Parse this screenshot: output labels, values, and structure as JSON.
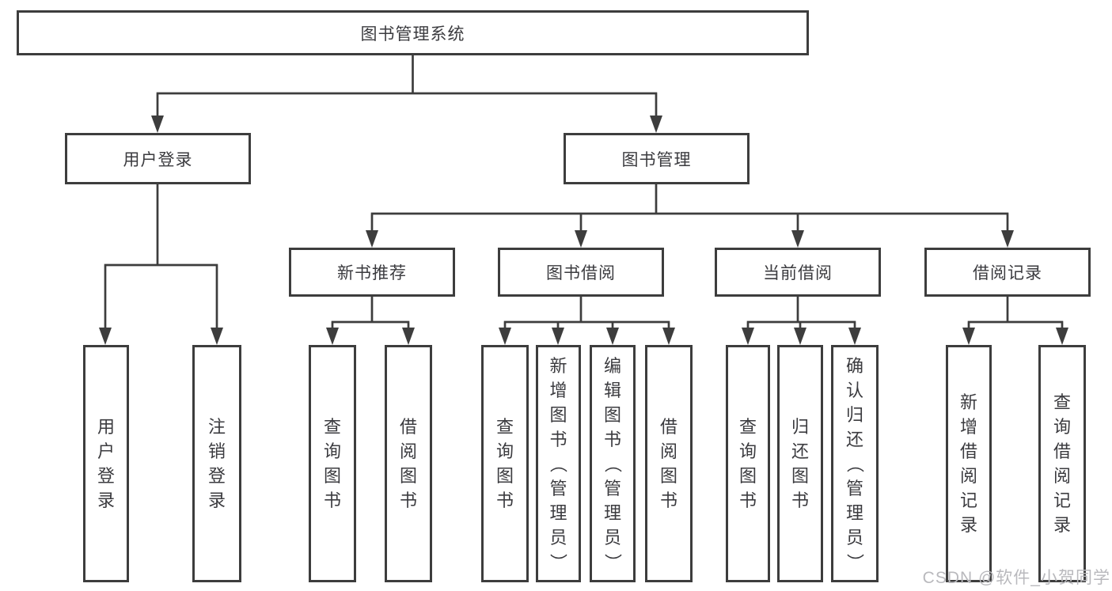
{
  "nodes": {
    "root": {
      "label": "图书管理系统"
    },
    "level2": [
      {
        "label": "用户登录"
      },
      {
        "label": "图书管理"
      }
    ],
    "level3": [
      {
        "label": "新书推荐"
      },
      {
        "label": "图书借阅"
      },
      {
        "label": "当前借阅"
      },
      {
        "label": "借阅记录"
      }
    ],
    "leaves": [
      {
        "label": "用户登录"
      },
      {
        "label": "注销登录"
      },
      {
        "label": "查询图书"
      },
      {
        "label": "借阅图书"
      },
      {
        "label": "查询图书"
      },
      {
        "label": "新增图书（管理员）"
      },
      {
        "label": "编辑图书（管理员）"
      },
      {
        "label": "借阅图书"
      },
      {
        "label": "查询图书"
      },
      {
        "label": "归还图书"
      },
      {
        "label": "确认归还（管理员）"
      },
      {
        "label": "新增借阅记录"
      },
      {
        "label": "查询借阅记录"
      }
    ]
  },
  "watermark": {
    "text": "CSDN @软件_小贺同学"
  },
  "colors": {
    "line": "#3d3d3d",
    "box_border": "#3d3d3d",
    "text": "#3b3b3f",
    "watermark": "#b9b9bd",
    "background": "#ffffff"
  }
}
